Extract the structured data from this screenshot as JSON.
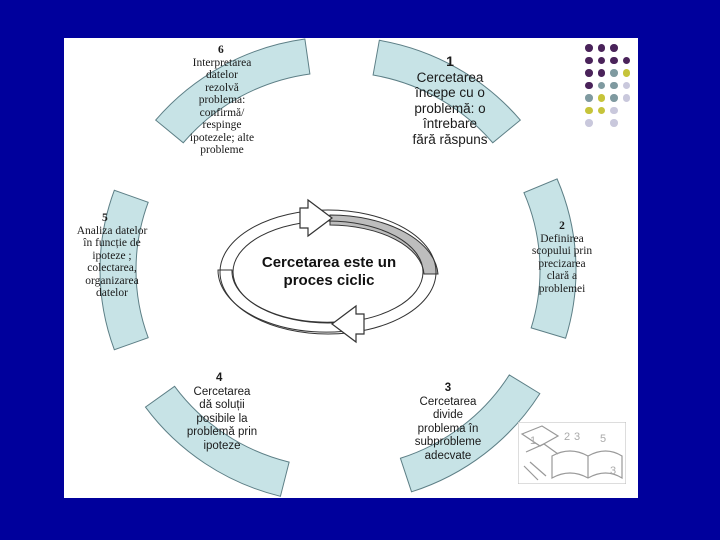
{
  "center": {
    "line1": "Cercetarea este un",
    "line2": "proces ciclic"
  },
  "steps": [
    {
      "number": "1",
      "lines": [
        "Cercetarea",
        "începe cu o",
        "problemă: o",
        "întrebare",
        "fără răspuns"
      ]
    },
    {
      "number": "2",
      "lines": [
        "Definirea",
        "scopului prin",
        "precizarea",
        "clară a",
        "problemei"
      ]
    },
    {
      "number": "3",
      "lines": [
        "Cercetarea",
        "divide",
        "problema în",
        "subprobleme",
        "adecvate"
      ]
    },
    {
      "number": "4",
      "lines": [
        "Cercetarea",
        "dă soluții",
        "posibile la",
        "problemă prin",
        "ipoteze"
      ]
    },
    {
      "number": "5",
      "lines": [
        "Analiza datelor",
        "în funcție de",
        "ipoteze ;",
        "colectarea,",
        "organizarea",
        "datelor"
      ]
    },
    {
      "number": "6",
      "lines": [
        "Interpretarea",
        "datelor",
        "rezolvă",
        "problema:",
        "confirmă/",
        "respinge",
        "ipotezele; alte",
        "probleme"
      ]
    }
  ],
  "clipart": {
    "digits": [
      "1",
      "2",
      "3",
      "5",
      "3"
    ]
  },
  "colors": {
    "background": "#00009c",
    "segment_fill": "#c7e3e6",
    "dot_purple": "#4a235a",
    "dot_gray": "#7f9aa0",
    "dot_olive": "#c6c43a",
    "dot_lavender": "#c9c8dc"
  }
}
